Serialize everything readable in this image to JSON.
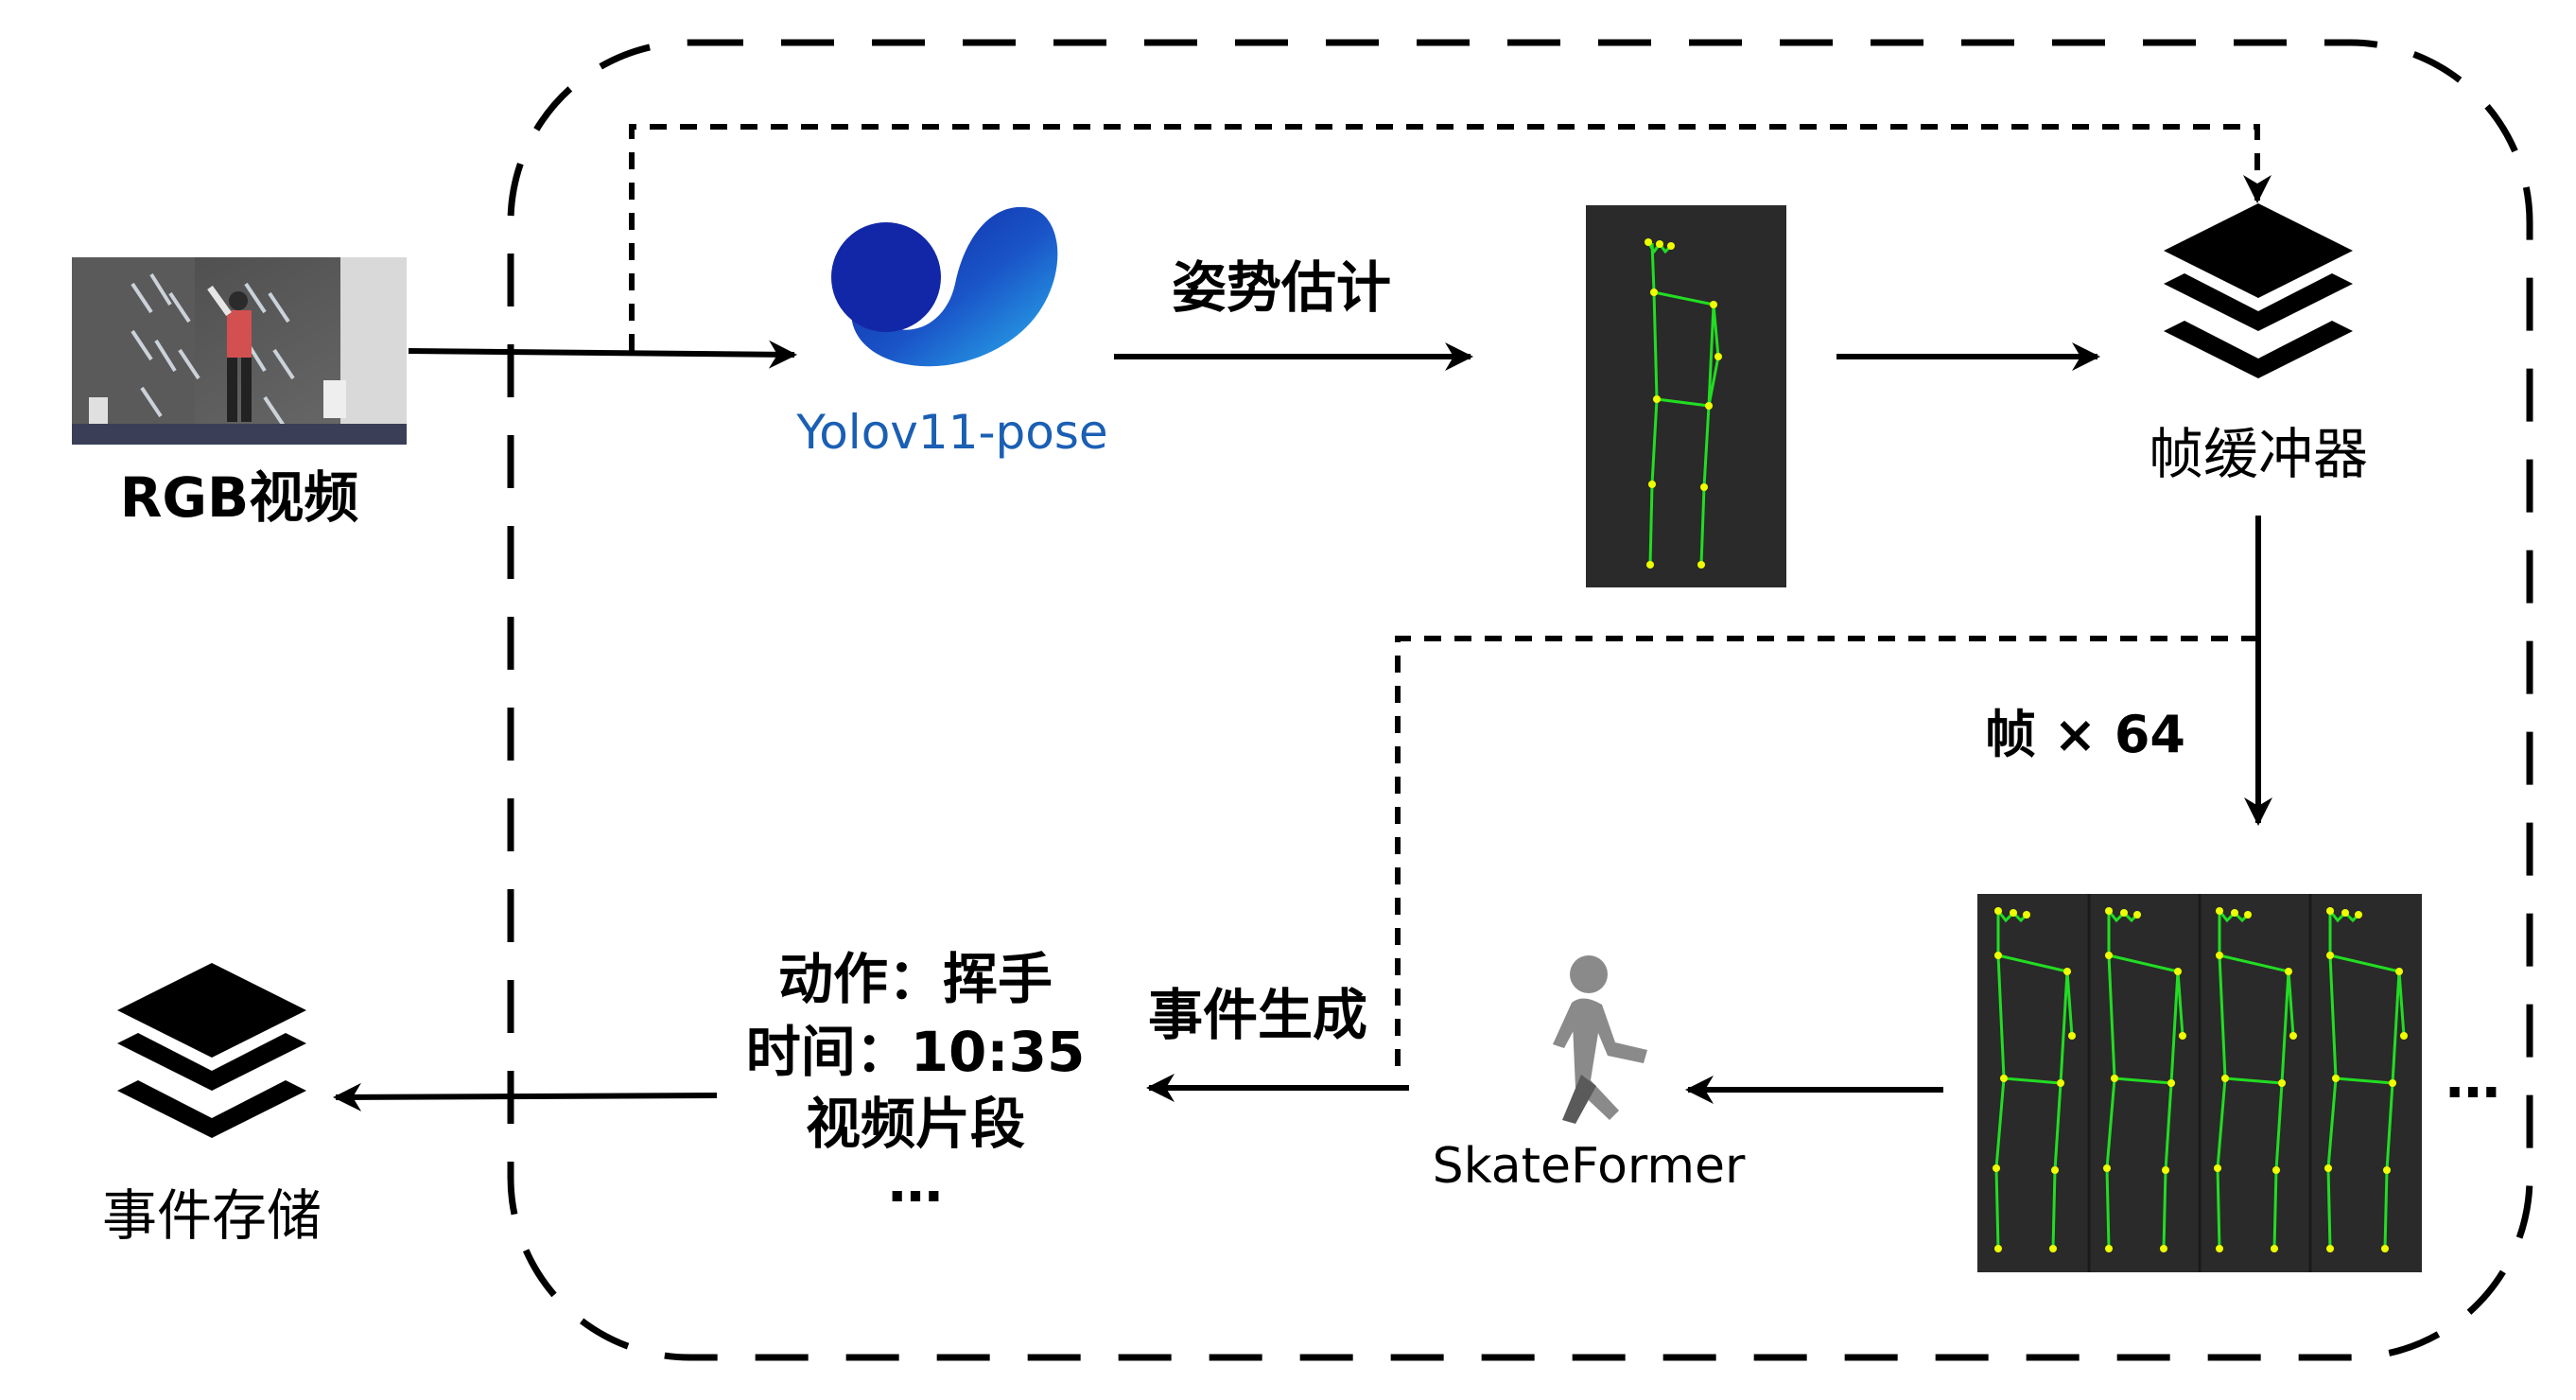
{
  "input": {
    "label": "RGB视频"
  },
  "detector": {
    "label": "Yolov11-pose"
  },
  "pose_estimation": {
    "label": "姿势估计"
  },
  "frame_buffer": {
    "label": "帧缓冲器"
  },
  "frame_count": {
    "label": "帧 × 64"
  },
  "ellipsis_frames": {
    "text": "…"
  },
  "classifier": {
    "label": "SkateFormer"
  },
  "event_generation": {
    "label": "事件生成"
  },
  "event_info": {
    "lines": [
      "动作：挥手",
      "时间：10:35",
      "视频片段",
      "…"
    ]
  },
  "event_storage": {
    "label": "事件存储"
  },
  "colors": {
    "skeleton_line": "#22dd22",
    "skeleton_joint": "#eeff00",
    "panel_bg": "#2a2a2a",
    "logo_dark": "#1227a8",
    "logo_light": "#2ba4e8",
    "walker_icon": "#8a8a8a"
  }
}
